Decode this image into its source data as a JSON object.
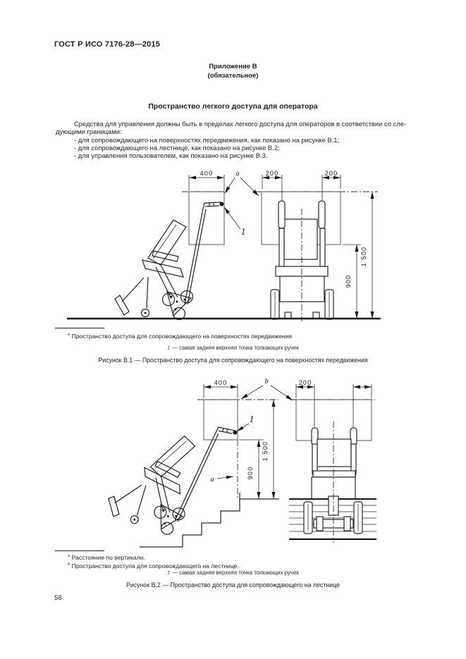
{
  "page": {
    "header": "ГОСТ Р ИСО 7176-28—2015",
    "number": "58"
  },
  "annex": {
    "label": "Приложение В",
    "note": "(обязательное)",
    "title": "Пространство легкого доступа для оператора"
  },
  "intro": {
    "line1": "Средства для управления должны быть в пределах легкого доступа для операторов в соответствии со сле-",
    "line2": "дующими границами:",
    "items": [
      "- для сопровождающего на поверхностях передвижения, как показано на рисунке В.1;",
      "- для сопровождающего на лестнице, как показано на рисунке В.2;",
      "- для управления пользователем, как показано на рисунке В.3."
    ]
  },
  "figure1": {
    "dims": {
      "width400": "400",
      "left200": "200",
      "right200": "200",
      "height900": "900",
      "height1500": "1 500"
    },
    "labels": {
      "zone": "a",
      "point": "1"
    },
    "footnotes": {
      "a_marker": "a",
      "a_text": "Пространство доступа для сопровождающего на поверхностях передвижения"
    },
    "legend": {
      "marker": "1",
      "text": "— самая задняя верхняя точка толкающих ручек"
    },
    "caption": "Рисунок В.1 — Пространство доступа для сопровождающего на поверхностях передвижения"
  },
  "figure2": {
    "dims": {
      "width400": "400",
      "left200": "200",
      "height900": "900",
      "height1500": "1 500"
    },
    "labels": {
      "vertical": "a",
      "zone": "b",
      "point": "1"
    },
    "footnotes": {
      "a_marker": "a",
      "a_text": "Расстояние по вертикали.",
      "b_marker": "b",
      "b_text": "Пространство доступа для сопровождающего на лестнице."
    },
    "legend": {
      "marker": "1",
      "text": "— самая задняя верхняя точка толкающих ручек"
    },
    "caption": "Рисунок В.2 — Пространство доступа для сопровождающего на лестнице"
  }
}
